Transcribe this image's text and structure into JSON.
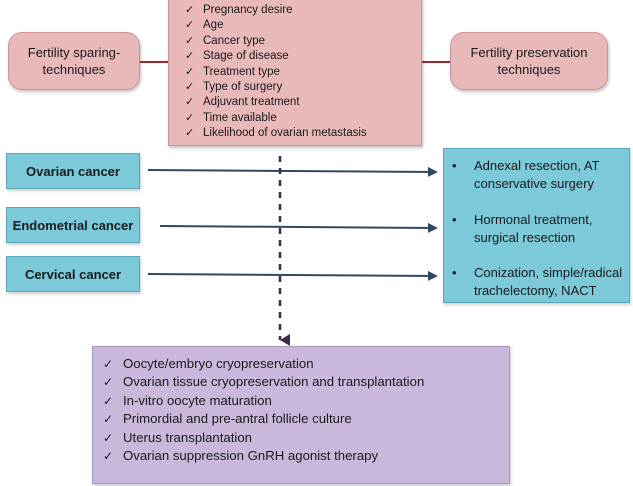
{
  "left_box": {
    "label_line1": "Fertility sparing-",
    "label_line2": "techniques"
  },
  "right_box": {
    "label_line1": "Fertility preservation",
    "label_line2": "techniques"
  },
  "factors": [
    "Pregnancy desire",
    "Age",
    "Cancer type",
    "Stage of disease",
    "Treatment type",
    "Type of surgery",
    "Adjuvant treatment",
    "Time available",
    "Likelihood of ovarian metastasis"
  ],
  "cancers": [
    {
      "label": "Ovarian cancer",
      "treatment": "Adnexal resection, AT conservative surgery"
    },
    {
      "label": "Endometrial cancer",
      "treatment": "Hormonal treatment, surgical resection"
    },
    {
      "label": "Cervical cancer",
      "treatment": "Conization, simple/radical trachelectomy, NACT"
    }
  ],
  "preservation_methods": [
    "Oocyte/embryo cryopreservation",
    "Ovarian tissue cryopreservation and transplantation",
    "In-vitro oocyte maturation",
    "Primordial and pre-antral follicle culture",
    "Uterus transplantation",
    "Ovarian suppression GnRH agonist therapy"
  ],
  "colors": {
    "pink": "#e9b8b8",
    "blue": "#7cc9d9",
    "purple": "#c9b8dc",
    "connector_red": "#a0282a",
    "arrow_dark": "#2e4a5c",
    "dashed_arrow": "#3b2a4e"
  }
}
